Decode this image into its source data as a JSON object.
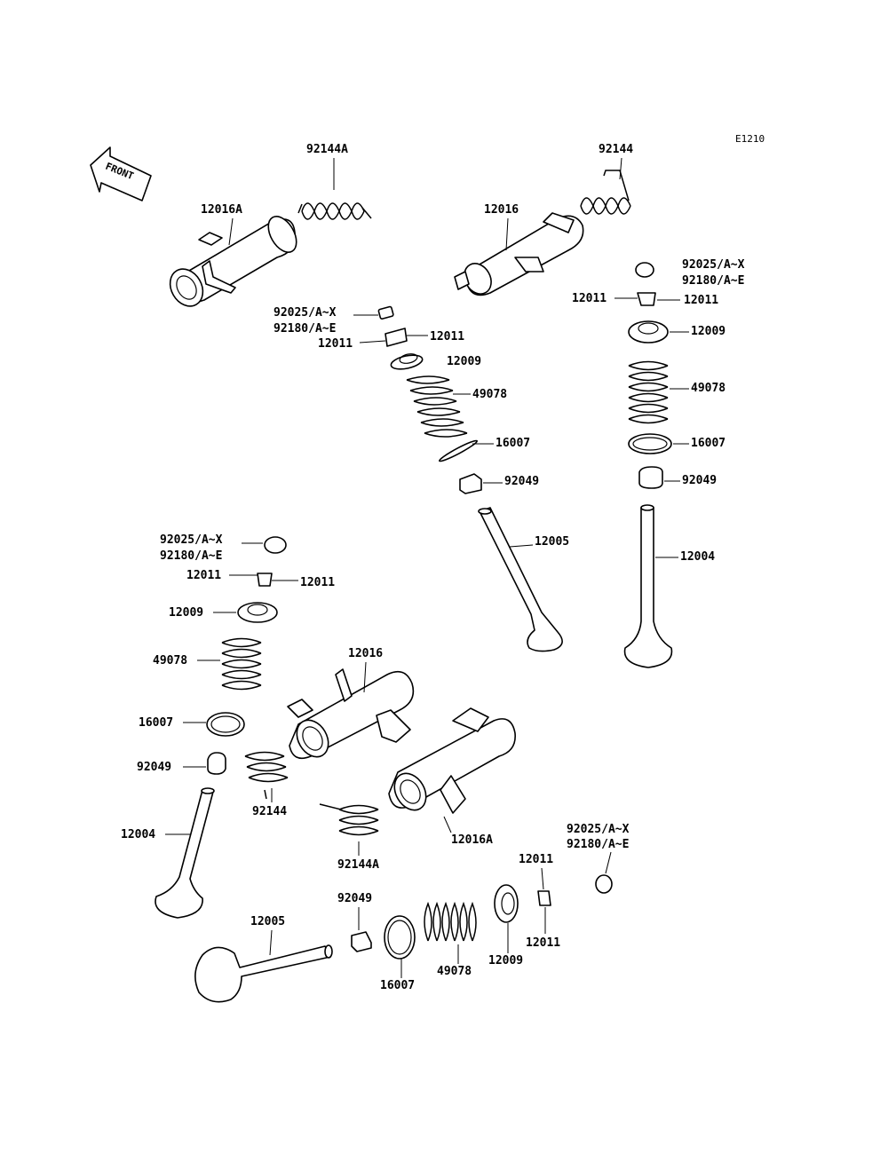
{
  "diagram_code": "E1210",
  "front_label": "FRONT",
  "labels": {
    "rocker_a_top": "12016A",
    "spring_a_top": "92144A",
    "rocker_top": "12016",
    "spring_top": "92144",
    "collet_c1_a": "92025/A~X",
    "collet_c1_b": "92180/A~E",
    "keeper_c1_l": "12011",
    "keeper_c1_r": "12011",
    "retainer_c1": "12009",
    "vspring_c1": "49078",
    "seat_c1": "16007",
    "seal_c1": "92049",
    "valve_c1": "12005",
    "collet_c2_a": "92025/A~X",
    "collet_c2_b": "92180/A~E",
    "keeper_c2_l": "12011",
    "keeper_c2_r": "12011",
    "retainer_c2": "12009",
    "vspring_c2": "49078",
    "seat_c2": "16007",
    "seal_c2": "92049",
    "valve_c2": "12004",
    "collet_c3_a": "92025/A~X",
    "collet_c3_b": "92180/A~E",
    "keeper_c3_l": "12011",
    "keeper_c3_r": "12011",
    "retainer_c3": "12009",
    "vspring_c3": "49078",
    "seat_c3": "16007",
    "seal_c3": "92049",
    "valve_c3": "12004",
    "rocker_mid": "12016",
    "spring_mid": "92144",
    "spring_a_mid": "92144A",
    "rocker_a_mid": "12016A",
    "collet_c4_a": "92025/A~X",
    "collet_c4_b": "92180/A~E",
    "keeper_c4_t": "12011",
    "keeper_c4_b": "12011",
    "seal_c4": "92049",
    "valve_c4": "12005",
    "seat_c4": "16007",
    "vspring_c4": "49078",
    "retainer_c4": "12009"
  }
}
